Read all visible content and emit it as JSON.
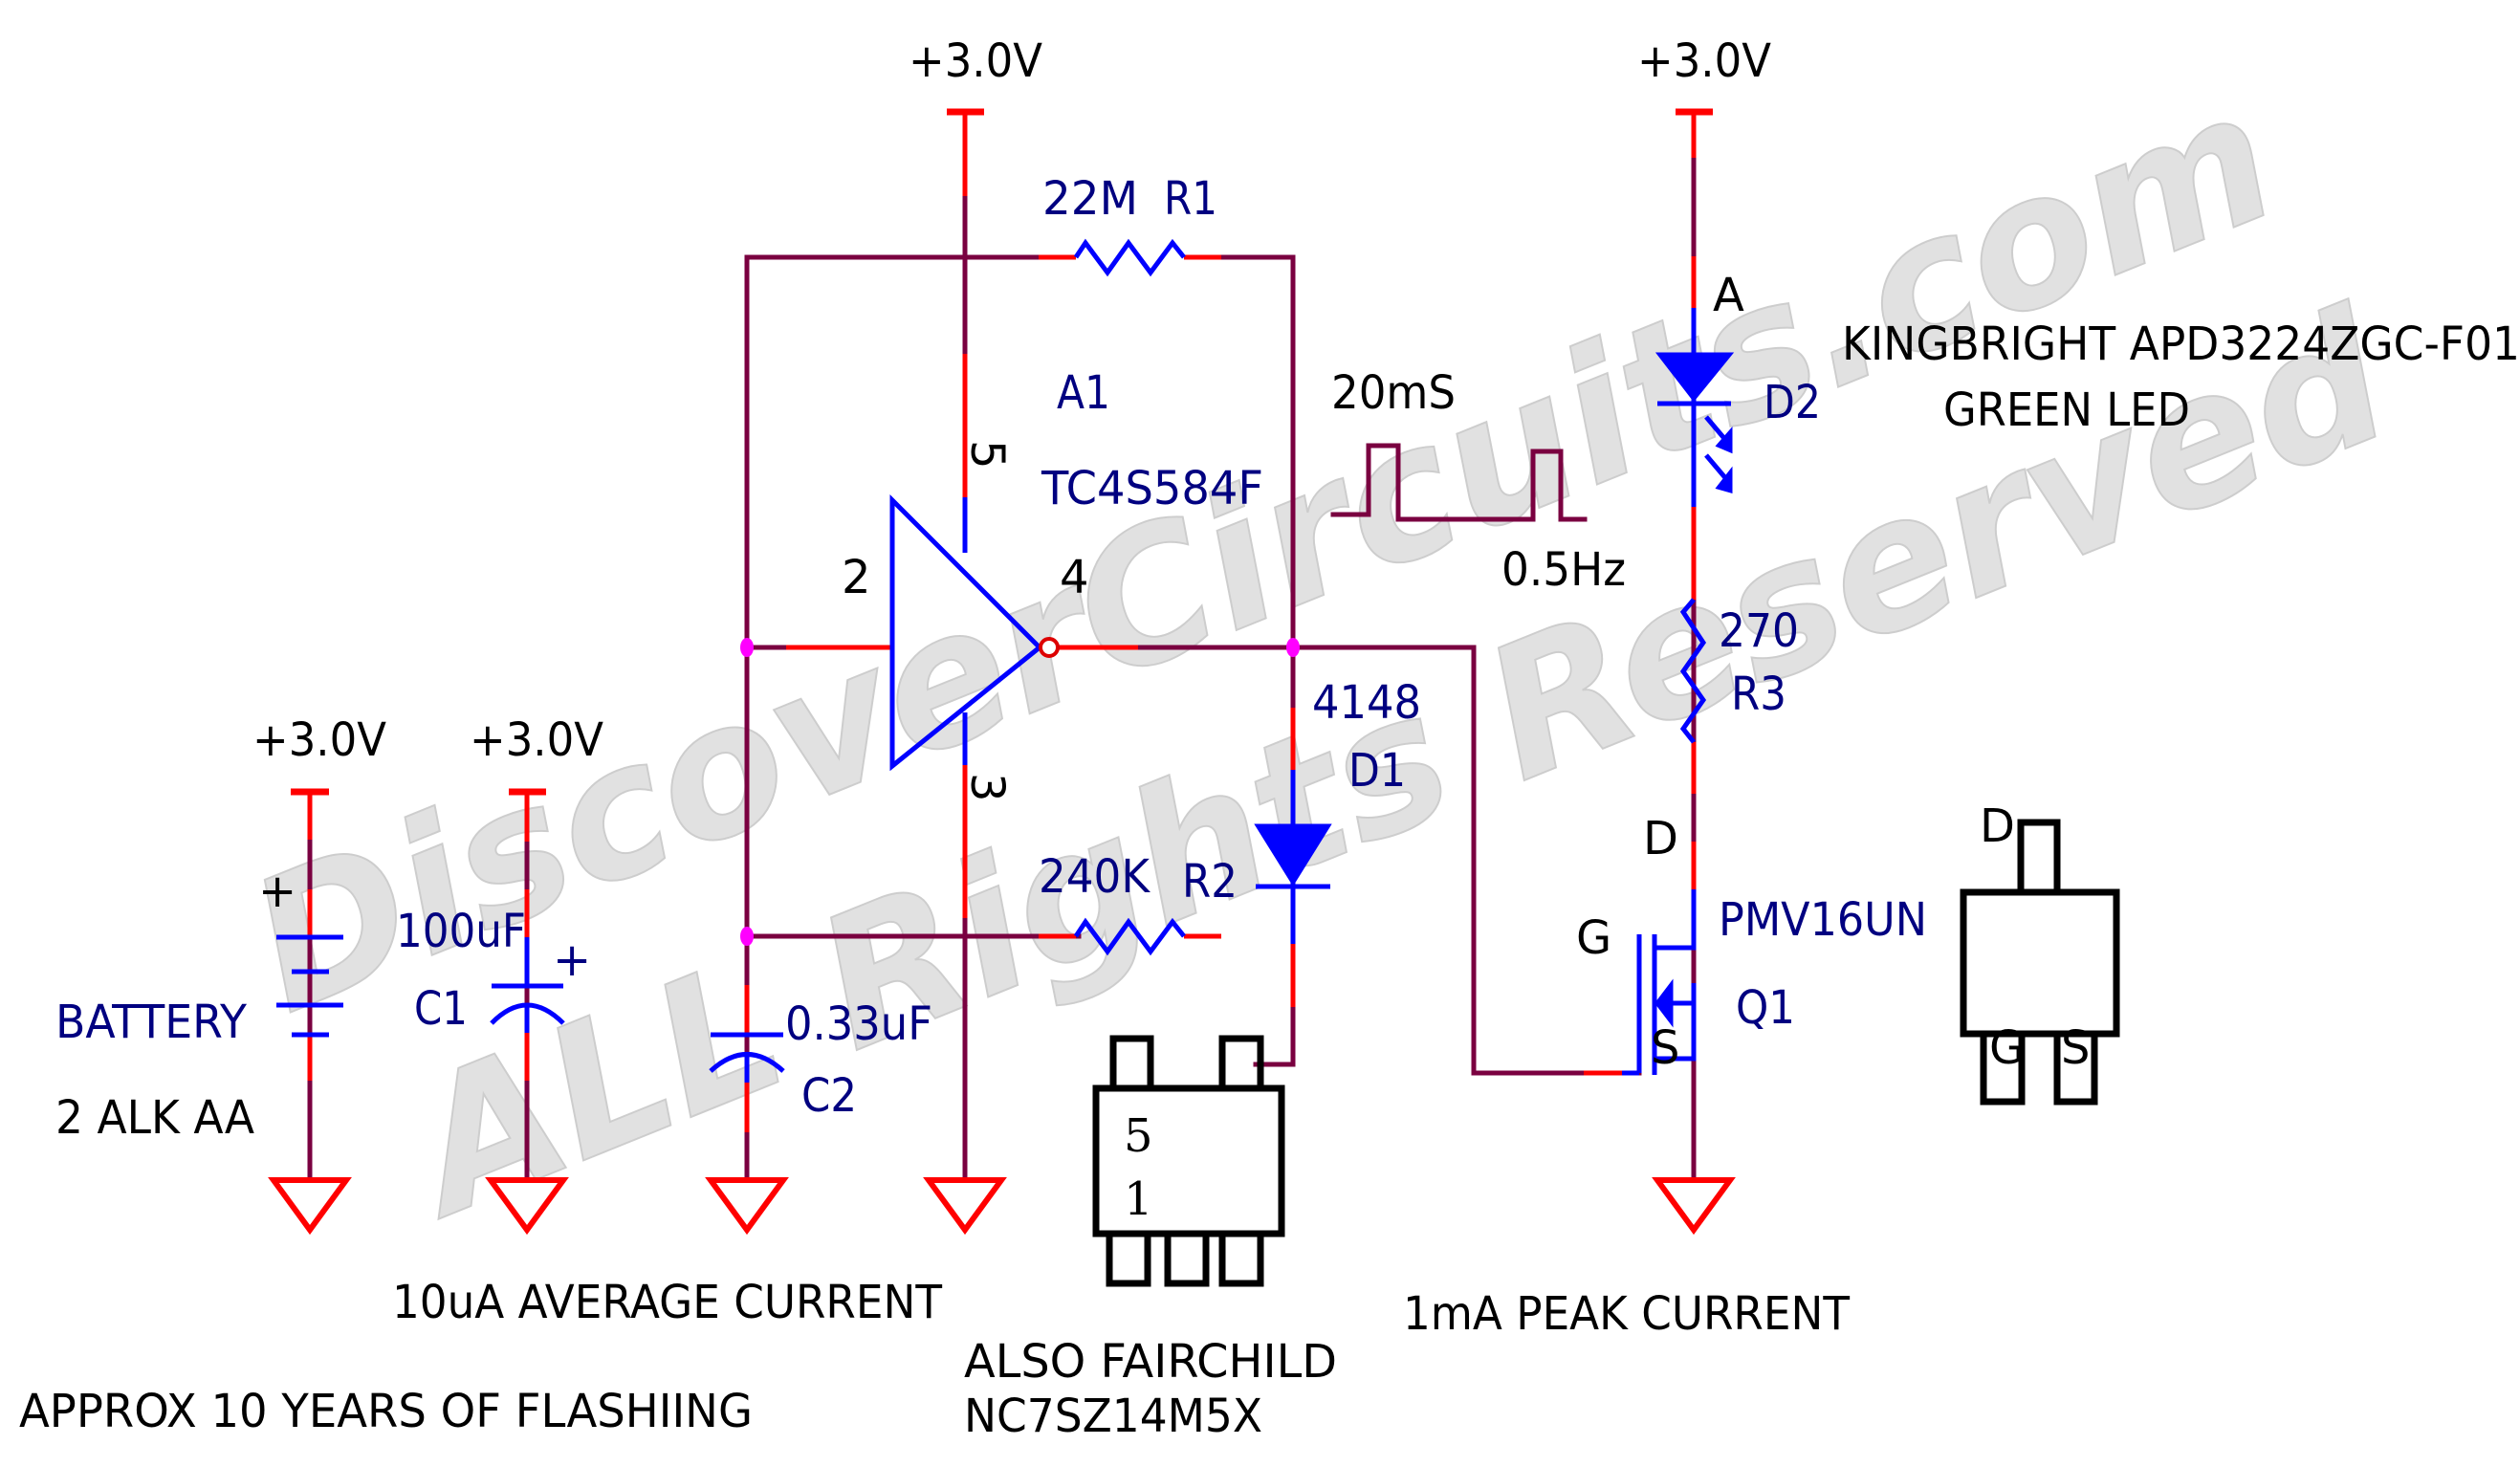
{
  "title": "Ultra-low power LED flasher schematic",
  "watermark": {
    "line1": "DiscoverCircuits.com",
    "line2": "ALL Rights Reserved"
  },
  "colors": {
    "wire": "#7a0040",
    "pin": "#ff0000",
    "symbol": "#0000ff",
    "label_blue": "#000080",
    "junction": "#ff00ff",
    "package": "#000000"
  },
  "power_labels": {
    "vcc_inverter": "+3.0V",
    "vcc_led": "+3.0V",
    "vcc_battery": "+3.0V",
    "vcc_c1": "+3.0V"
  },
  "components": {
    "r1": {
      "value": "22M",
      "ref": "R1"
    },
    "r2": {
      "value": "240K",
      "ref": "R2"
    },
    "r3": {
      "value": "270",
      "ref": "R3"
    },
    "a1": {
      "ref": "A1",
      "part": "TC4S584F",
      "pin_in": "2",
      "pin_out": "4",
      "pin_vcc": "5",
      "pin_gnd": "3"
    },
    "d1": {
      "value": "4148",
      "ref": "D1"
    },
    "d2": {
      "ref": "D2",
      "pin_a": "A",
      "part": "KINGBRIGHT APD3224ZGC-F01",
      "desc": "GREEN LED"
    },
    "q1": {
      "part": "PMV16UN",
      "ref": "Q1",
      "pin_d": "D",
      "pin_g": "G",
      "pin_s": "S"
    },
    "c1": {
      "value": "100uF",
      "ref": "C1",
      "polarity": "+"
    },
    "c2": {
      "value": "0.33uF",
      "ref": "C2"
    },
    "battery": {
      "label": "BATTERY",
      "desc": "2 ALK AA",
      "polarity": "+"
    }
  },
  "waveform": {
    "pulse_width": "20mS",
    "frequency": "0.5Hz"
  },
  "packages": {
    "sot23_5": {
      "pin_top": "5",
      "pin_bottom": "1"
    },
    "sot23": {
      "pin_d": "D",
      "pin_g": "G",
      "pin_s": "S"
    }
  },
  "notes": {
    "average_current": "10uA AVERAGE CURRENT",
    "lifetime": "APPROX 10 YEARS OF FLASHIING",
    "alt_part_line1": "ALSO FAIRCHILD",
    "alt_part_line2": "NC7SZ14M5X",
    "peak_current": "1mA PEAK CURRENT"
  }
}
